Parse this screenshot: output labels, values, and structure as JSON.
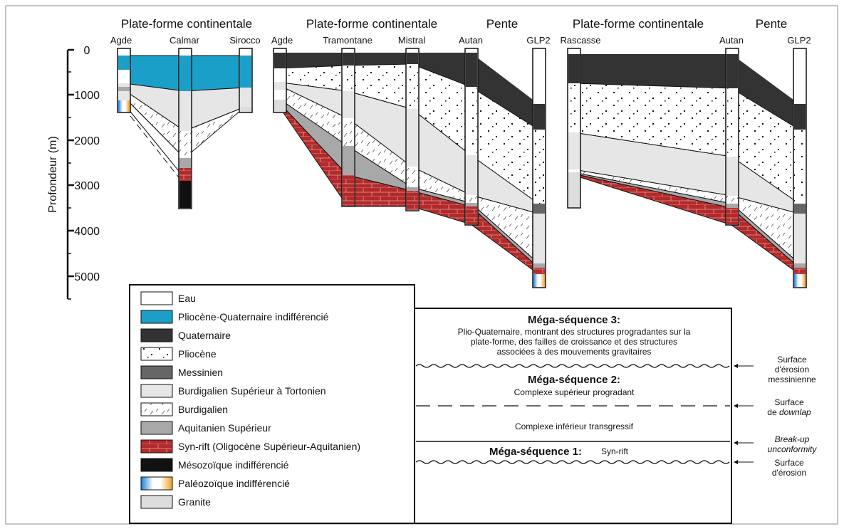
{
  "panels": {
    "left_title": "Plate-forme continentale",
    "mid_title": "Plate-forme continentale",
    "mid_slope": "Pente",
    "right_title": "Plate-forme continentale",
    "right_slope": "Pente"
  },
  "wells": {
    "agde1": "Agde",
    "calmar": "Calmar",
    "sirocco": "Sirocco",
    "agde2": "Agde",
    "tramontane": "Tramontane",
    "mistral": "Mistral",
    "autan1": "Autan",
    "glp2a": "GLP2",
    "rascasse": "Rascasse",
    "autan2": "Autan",
    "glp2b": "GLP2"
  },
  "axis": {
    "label": "Profondeur (m)",
    "ticks": [
      "0",
      "1000",
      "2000",
      "3000",
      "4000",
      "5000"
    ]
  },
  "legend": [
    {
      "label": "Eau",
      "color": "#ffffff"
    },
    {
      "label": "Pliocène-Quaternaire indifférencié",
      "color": "#1aa0c8"
    },
    {
      "label": "Quaternaire",
      "color": "#333333"
    },
    {
      "label": "Pliocène",
      "color": "#ffffff"
    },
    {
      "label": "Messinien",
      "color": "#666666"
    },
    {
      "label": "Burdigalien Supérieur à Tortonien",
      "color": "#e6e6e6"
    },
    {
      "label": "Burdigalien",
      "color": "#ffffff"
    },
    {
      "label": "Aquitanien Supérieur",
      "color": "#a8a8a8"
    },
    {
      "label": "Syn-rift (Oligocène Supérieur-Aquitanien)",
      "color": "#b22a2a"
    },
    {
      "label": "Mésozoïque indifférencié",
      "color": "#111111"
    },
    {
      "label": "Paléozoïque indifférencié",
      "color": "#f0a020"
    },
    {
      "label": "Granite",
      "color": "#dddddd"
    }
  ],
  "sequences": {
    "ms3_title": "Méga-séquence 3:",
    "ms3_line1": "Plio-Quaternaire, montrant des structures progradantes sur la",
    "ms3_line2": "plate-forme, des failles de croissance et des structures",
    "ms3_line3": "associées à des mouvements gravitaires",
    "ms2_title": "Méga-séquence 2:",
    "ms2_sub": "Complexe supérieur progradant",
    "lower_complex": "Complexe inférieur transgressif",
    "ms1_title": "Méga-séquence 1:",
    "ms1_sub": "Syn-rift"
  },
  "surfaces": {
    "s1_l1": "Surface",
    "s1_l2": "d'érosion",
    "s1_l3": "messinienne",
    "s2_l1": "Surface",
    "s2_l2a": "de ",
    "s2_l2b": "downlap",
    "s3_l1": "Break-up",
    "s3_l2": "unconformity",
    "s4_l1": "Surface",
    "s4_l2": "d'érosion"
  }
}
